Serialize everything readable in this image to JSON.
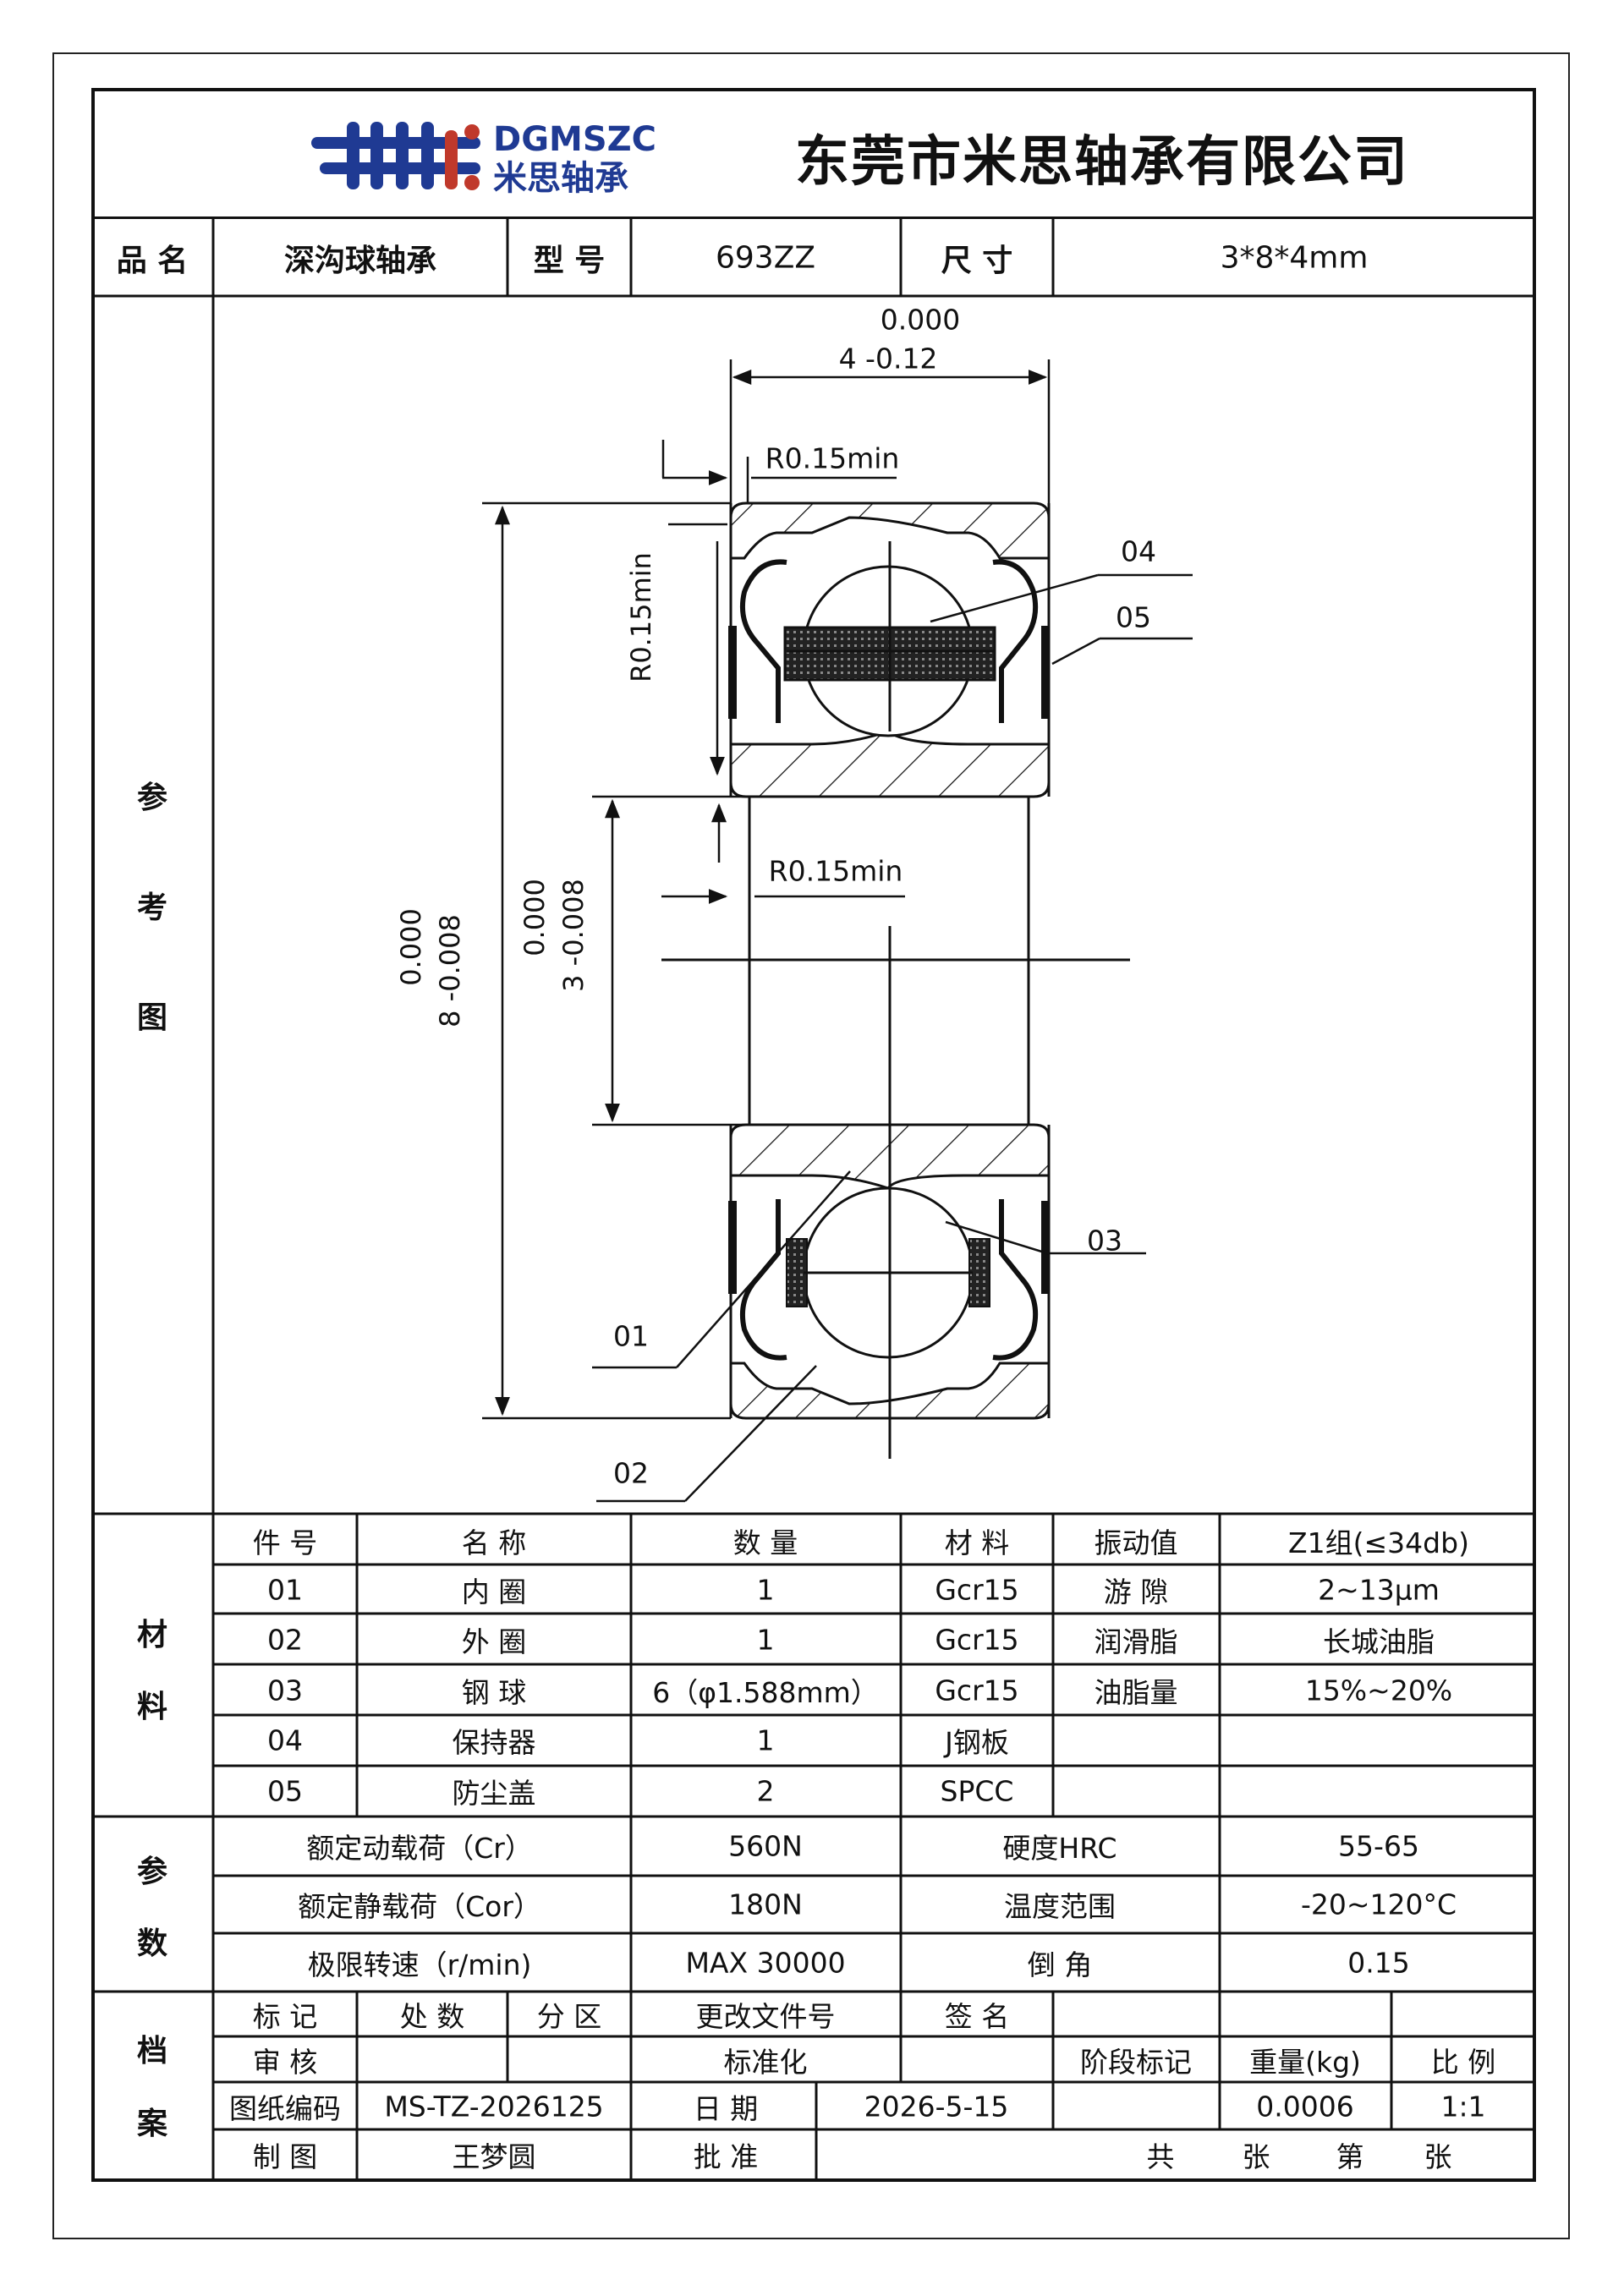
{
  "company": {
    "logo_en": "DGMSZC",
    "logo_cn": "米思轴承",
    "name": "东莞市米思轴承有限公司"
  },
  "header_row": {
    "product_name_label": "品 名",
    "product_name": "深沟球轴承",
    "model_label": "型 号",
    "model": "693ZZ",
    "size_label": "尺 寸",
    "size": "3*8*4mm"
  },
  "drawing": {
    "section_label": [
      "参",
      "考",
      "图"
    ],
    "width_tol_upper": "0.000",
    "width_dim": "4  -0.12",
    "chamfer_top": "R0.15min",
    "chamfer_side": "R0.15min",
    "chamfer_bore": "R0.15min",
    "od_tol_upper": "0.000",
    "od_dim": "8  -0.008",
    "bore_tol_upper": "0.000",
    "bore_dim": "3  -0.008",
    "callouts": [
      "01",
      "02",
      "03",
      "04",
      "05"
    ]
  },
  "materials": {
    "section_label": [
      "材",
      "料"
    ],
    "headers": [
      "件 号",
      "名 称",
      "数 量",
      "材 料",
      "振动值",
      "Z1组(≤34db)"
    ],
    "rows": [
      [
        "01",
        "内 圈",
        "1",
        "Gcr15",
        "游 隙",
        "2~13μm"
      ],
      [
        "02",
        "外 圈",
        "1",
        "Gcr15",
        "润滑脂",
        "长城油脂"
      ],
      [
        "03",
        "钢 球",
        "6（φ1.588mm）",
        "Gcr15",
        "油脂量",
        "15%~20%"
      ],
      [
        "04",
        "保持器",
        "1",
        "J钢板",
        "",
        ""
      ],
      [
        "05",
        "防尘盖",
        "2",
        "SPCC",
        "",
        ""
      ]
    ]
  },
  "params": {
    "section_label": [
      "参",
      "数"
    ],
    "rows": [
      [
        "额定动载荷（Cr）",
        "560N",
        "硬度HRC",
        "55-65"
      ],
      [
        "额定静载荷（Cor）",
        "180N",
        "温度范围",
        "-20~120°C"
      ],
      [
        "极限转速（r/min)",
        "MAX 30000",
        "倒 角",
        "0.15"
      ]
    ]
  },
  "archive": {
    "section_label": [
      "档",
      "案"
    ],
    "row1": [
      "标 记",
      "处 数",
      "分 区",
      "更改文件号",
      "签 名"
    ],
    "row2": [
      "审 核",
      "标准化",
      "阶段标记",
      "重量(kg)",
      "比 例"
    ],
    "row3": [
      "图纸编码",
      "MS-TZ-2026125",
      "日 期",
      "2026-5-15",
      "0.0006",
      "1:1"
    ],
    "row4": [
      "制 图",
      "王梦圆",
      "批 准",
      "共",
      "张",
      "第",
      "张"
    ]
  },
  "colors": {
    "logo_blue": "#1f3a93",
    "logo_red": "#c0392b",
    "line": "#111111"
  }
}
